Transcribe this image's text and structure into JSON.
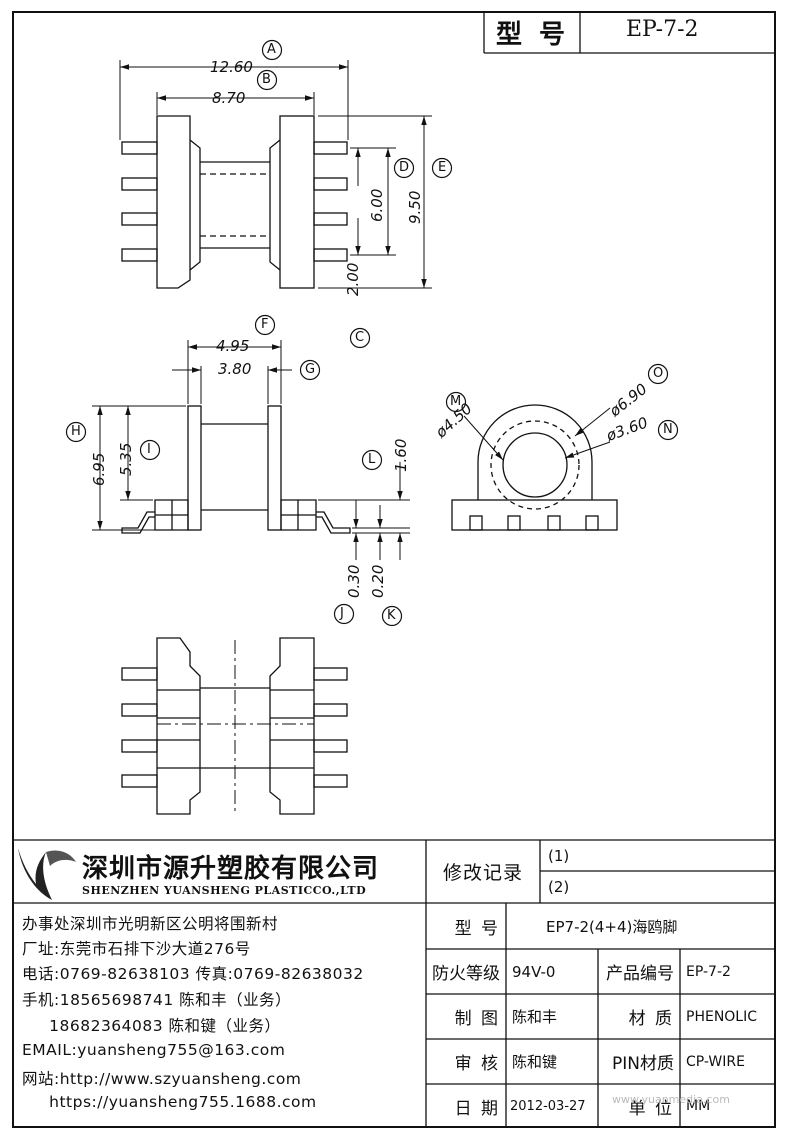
{
  "title_block": {
    "model_label": "型 号",
    "model_value": "EP-7-2"
  },
  "dims": {
    "A": {
      "letter": "A",
      "value": "12.60"
    },
    "B": {
      "letter": "B",
      "value": "8.70"
    },
    "C": {
      "letter": "C",
      "value": "2.00"
    },
    "D": {
      "letter": "D",
      "value": "6.00"
    },
    "E": {
      "letter": "E",
      "value": "9.50"
    },
    "F": {
      "letter": "F",
      "value": "4.95"
    },
    "G": {
      "letter": "G",
      "value": "3.80"
    },
    "H": {
      "letter": "H",
      "value": "6.95"
    },
    "I": {
      "letter": "I",
      "value": "5.35"
    },
    "J": {
      "letter": "J",
      "value": "0.30"
    },
    "K": {
      "letter": "K",
      "value": "0.20"
    },
    "L": {
      "letter": "L",
      "value": "1.60"
    },
    "M": {
      "letter": "M",
      "value": "ø4.50"
    },
    "N": {
      "letter": "N",
      "value": "ø3.60"
    },
    "O": {
      "letter": "O",
      "value": "ø6.90"
    }
  },
  "company": {
    "name_cn": "深圳市源升塑胶有限公司",
    "name_en": "SHENZHEN YUANSHENG PLASTICCO.,LTD",
    "lines": [
      "办事处深圳市光明新区公明将围新村",
      "厂址:东莞市石排下沙大道276号",
      "电话:0769-82638103 传真:0769-82638032",
      "手机:18565698741 陈和丰（业务）",
      "     18682364083 陈和键（业务）",
      "EMAIL:yuansheng755@163.com",
      "网站:http://www.szyuansheng.com",
      "     https://yuansheng755.1688.com"
    ]
  },
  "revision": {
    "label": "修改记录",
    "rows": [
      "(1)",
      "(2)"
    ]
  },
  "specs": {
    "model_label": "型 号",
    "model_value": "EP7-2(4+4)海鸥脚",
    "flame_label": "防火等级",
    "flame_value": "94V-0",
    "product_no_label": "产品编号",
    "product_no_value": "EP-7-2",
    "drawn_label": "制 图",
    "drawn_value": "陈和丰",
    "material_label": "材 质",
    "material_value": "PHENOLIC",
    "review_label": "审 核",
    "review_value": "陈和键",
    "pin_material_label": "PIN材质",
    "pin_material_value": "CP-WIRE",
    "date_label": "日 期",
    "date_value": "2012-03-27",
    "unit_label": "单 位",
    "unit_value": "MM"
  },
  "watermark": "www.yuanmedia.com"
}
